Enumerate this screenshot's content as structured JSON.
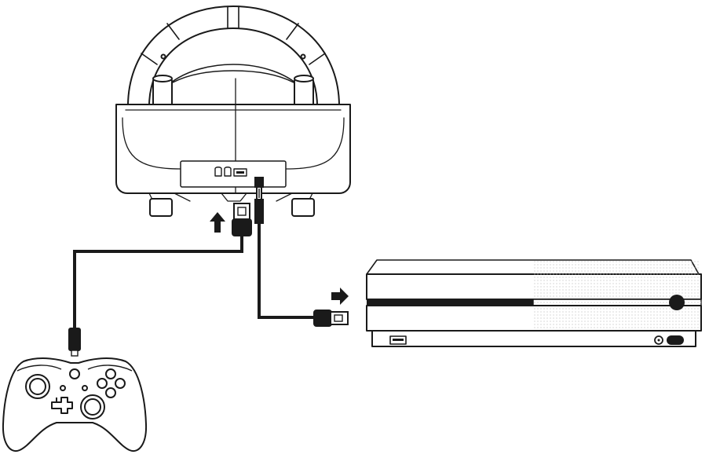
{
  "diagram": {
    "components": {
      "wheel": "racing-wheel",
      "console": "game-console",
      "controller": "gamepad-controller"
    },
    "arrows": {
      "usb_up": "arrow-up-icon",
      "usb_right": "arrow-right-icon"
    },
    "colors": {
      "line": "#1a1a1a",
      "fill": "#ffffff",
      "accent_dark": "#1a1a1a",
      "dots": "#bdbdbd"
    }
  }
}
